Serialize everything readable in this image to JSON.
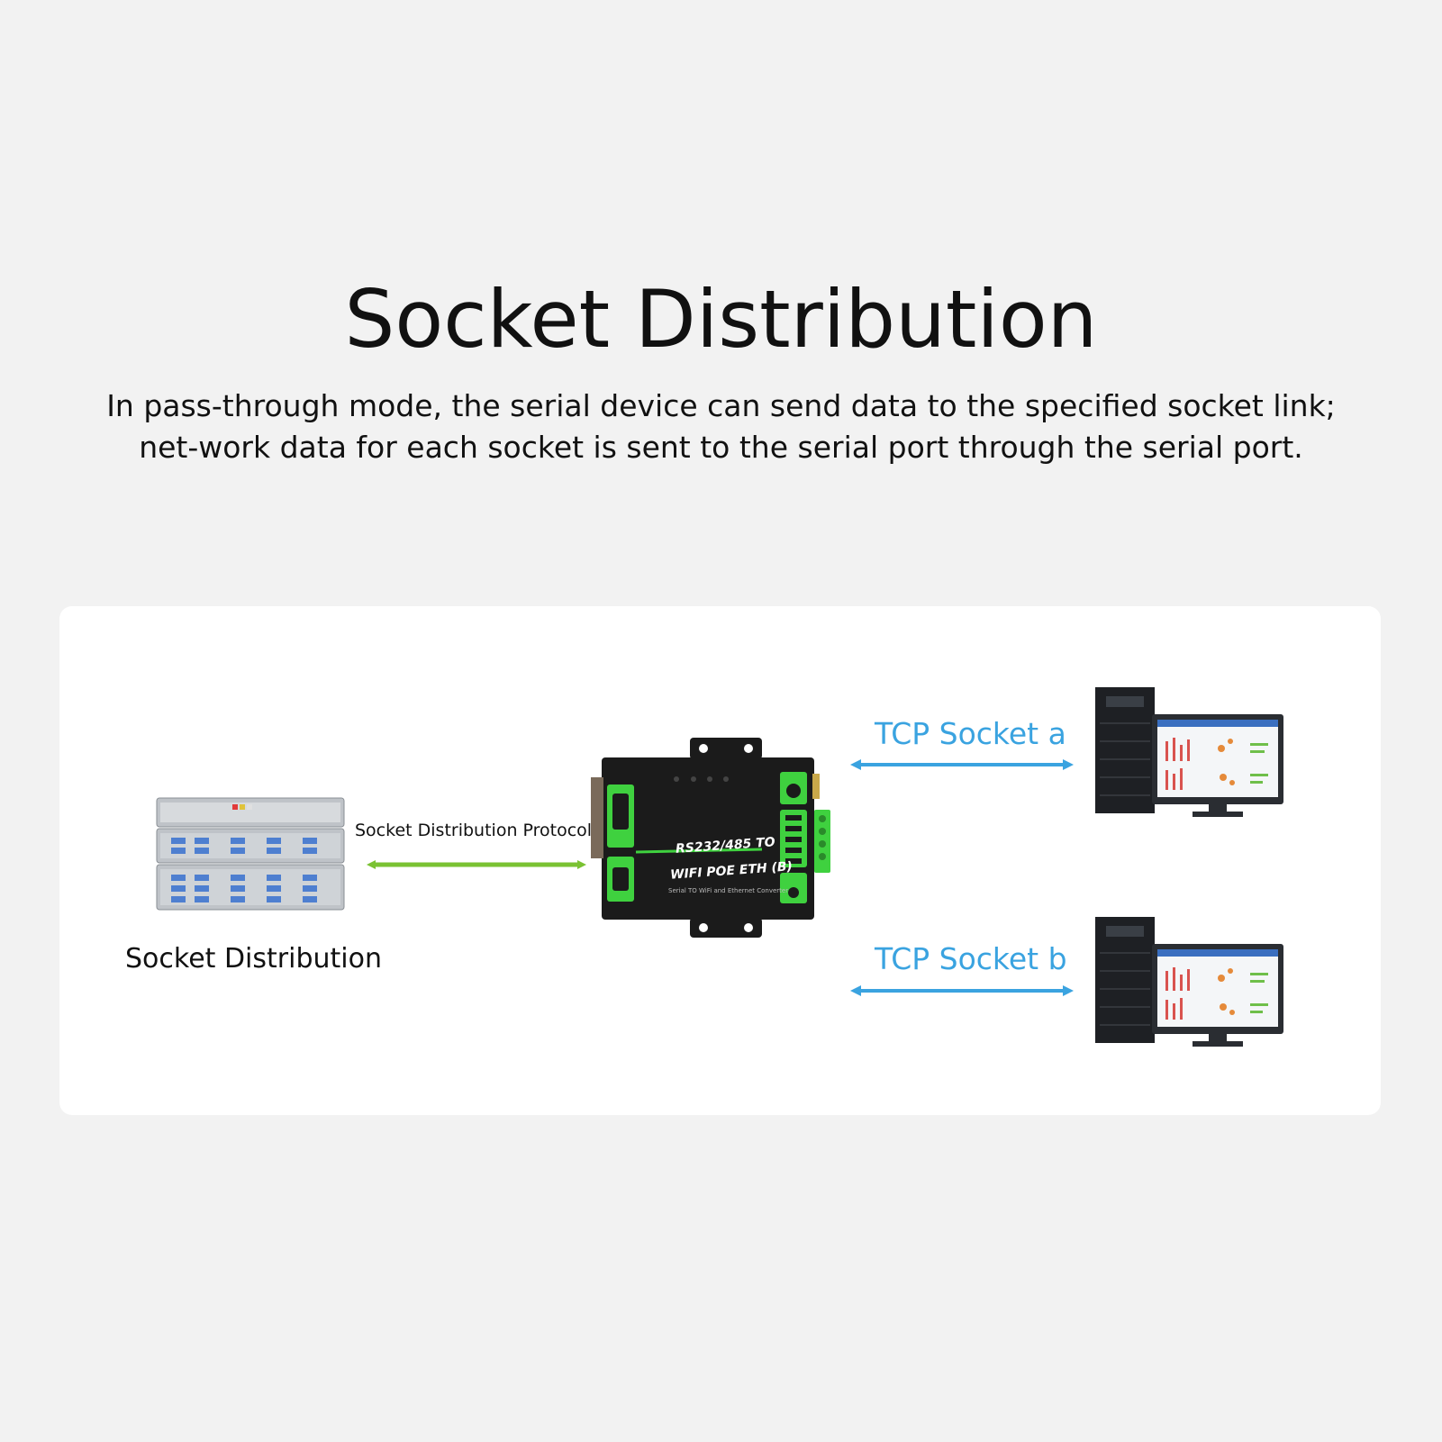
{
  "header": {
    "title": "Socket Distribution",
    "description": "In pass-through mode, the serial device can send data to the specified socket link; net-work data for each socket is sent to the serial port through the serial port."
  },
  "diagram": {
    "server_label": "Socket Distribution",
    "protocol_label": "Socket Distribution Protocol",
    "socket_a_label": "TCP Socket a",
    "socket_b_label": "TCP Socket b",
    "device_line1": "RS232/485 TO",
    "device_line2": "WIFI POE ETH (B)",
    "device_line3": "Serial TO WiFi and Ethernet Converter",
    "colors": {
      "protocol_arrow": "#7ac232",
      "socket_arrow": "#3aa3e0",
      "device_body": "#1b1b1b",
      "device_accent": "#3fd13f"
    }
  }
}
